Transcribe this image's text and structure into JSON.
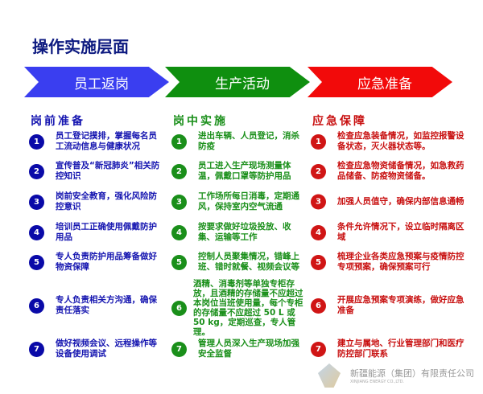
{
  "title": "操作实施层面",
  "stages": [
    {
      "label": "员工返岗",
      "color": "#3a3ef0"
    },
    {
      "label": "生产活动",
      "color": "#0f8f0f"
    },
    {
      "label": "应急准备",
      "color": "#f20a0a"
    }
  ],
  "columns": [
    {
      "heading": "岗前准备",
      "items": [
        "员工登记摸排，掌握每名员工流动信息与健康状况",
        "宣传普及“新冠肺炎”相关防控知识",
        "岗前安全教育，强化风险防控意识",
        "培训员工正确使用佩戴防护用品",
        "专人负责防护用品筹备做好物资保障",
        "专人负责相关方沟通，确保责任落实",
        "做好视频会议、远程操作等设备使用调试"
      ]
    },
    {
      "heading": "岗中实施",
      "items": [
        "进出车辆、人员登记，消杀防疫",
        "员工进入生产现场测量体温，佩戴口罩等防护用品",
        "工作场所每日消毒，定期通风，保持室内空气流通",
        "按要求做好垃圾投放、收集、运输等工作",
        "控制人员聚集情况，错峰上班、错时就餐、视频会议等",
        "酒精、消毒剂等单独专柜存放，且酒精的存储量不应超过本岗位当班使用量，每个专柜的存储量不应超过 50 L 或 50 kg，定期巡查，专人管理。",
        "管理人员深入生产现场加强安全监督"
      ]
    },
    {
      "heading": "应急保障",
      "items": [
        "检查应急装备情况，如监控报警设备状态，灭火器状态等。",
        "检查应急物资储备情况，如急救药品储备、防疫物资储备。",
        "加强人员值守，确保内部信息通畅",
        "条件允许情况下，设立临时隔离区域",
        "梳理企业各类应急预案与疫情防控专项预案，确保预案可行",
        "开展应急预案专项演练，做好应急准备",
        "建立与属地、行业管理部门和医疗防控部门联系"
      ]
    }
  ],
  "logo": {
    "name": "新疆能源（集团）有限责任公司",
    "english": "XINJIANG ENERGY CO.,LTD."
  }
}
